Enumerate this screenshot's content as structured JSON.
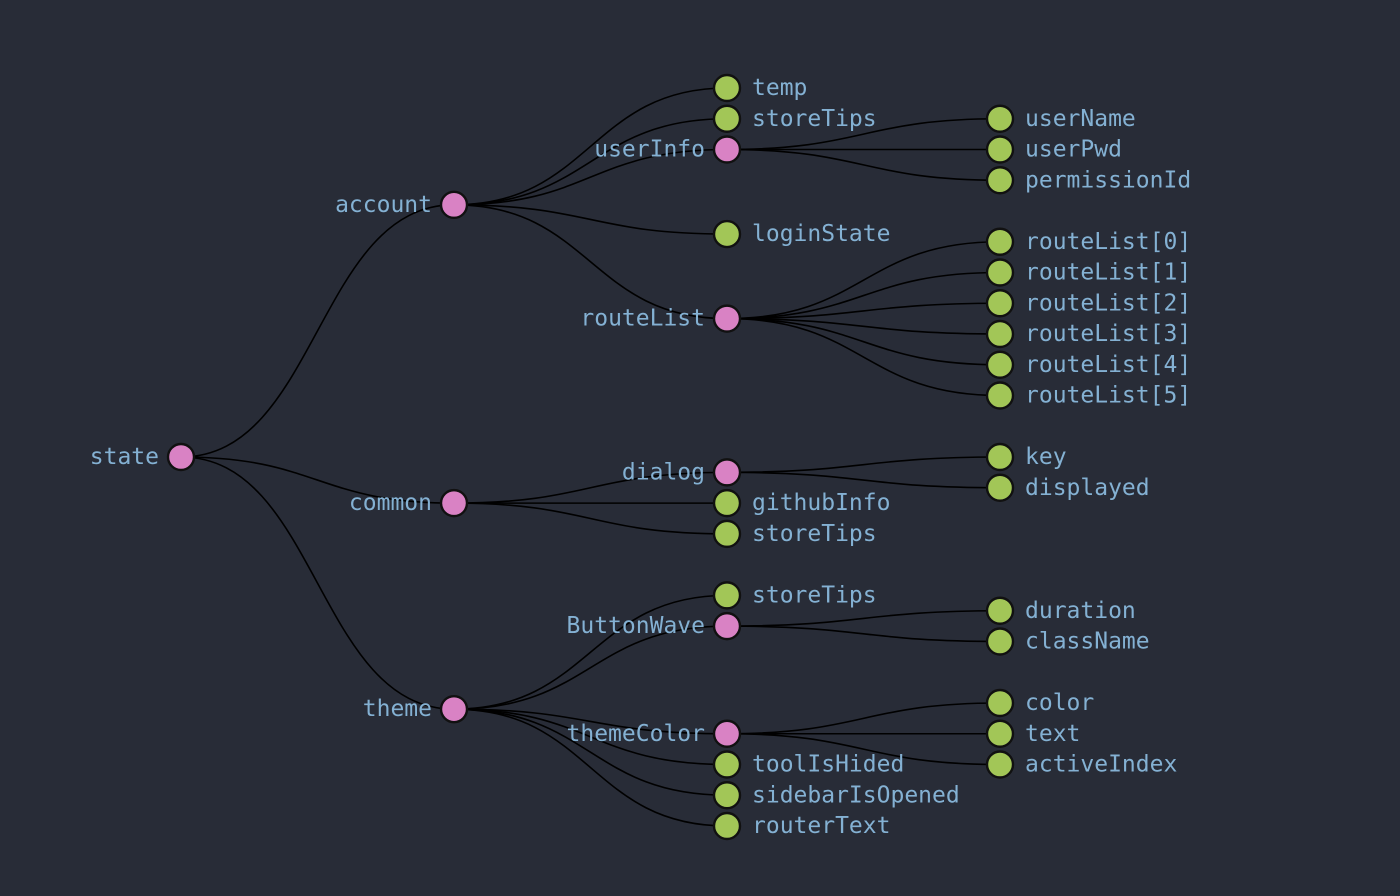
{
  "colors": {
    "background": "#282c37",
    "branch_node": "#d982c4",
    "leaf_node": "#a2c657",
    "label": "#84b1d3",
    "link": "#000000"
  },
  "tree": {
    "name": "state",
    "children": [
      {
        "name": "account",
        "children": [
          {
            "name": "temp"
          },
          {
            "name": "storeTips"
          },
          {
            "name": "userInfo",
            "children": [
              {
                "name": "userName"
              },
              {
                "name": "userPwd"
              },
              {
                "name": "permissionId"
              }
            ]
          },
          {
            "name": "loginState"
          },
          {
            "name": "routeList",
            "children": [
              {
                "name": "routeList[0]"
              },
              {
                "name": "routeList[1]"
              },
              {
                "name": "routeList[2]"
              },
              {
                "name": "routeList[3]"
              },
              {
                "name": "routeList[4]"
              },
              {
                "name": "routeList[5]"
              }
            ]
          }
        ]
      },
      {
        "name": "common",
        "children": [
          {
            "name": "dialog",
            "children": [
              {
                "name": "key"
              },
              {
                "name": "displayed"
              }
            ]
          },
          {
            "name": "githubInfo"
          },
          {
            "name": "storeTips"
          }
        ]
      },
      {
        "name": "theme",
        "children": [
          {
            "name": "storeTips"
          },
          {
            "name": "ButtonWave",
            "children": [
              {
                "name": "duration"
              },
              {
                "name": "className"
              }
            ]
          },
          {
            "name": "themeColor",
            "children": [
              {
                "name": "color"
              },
              {
                "name": "text"
              },
              {
                "name": "activeIndex"
              }
            ]
          },
          {
            "name": "toolIsHided"
          },
          {
            "name": "sidebarIsOpened"
          },
          {
            "name": "routerText"
          }
        ]
      }
    ]
  }
}
